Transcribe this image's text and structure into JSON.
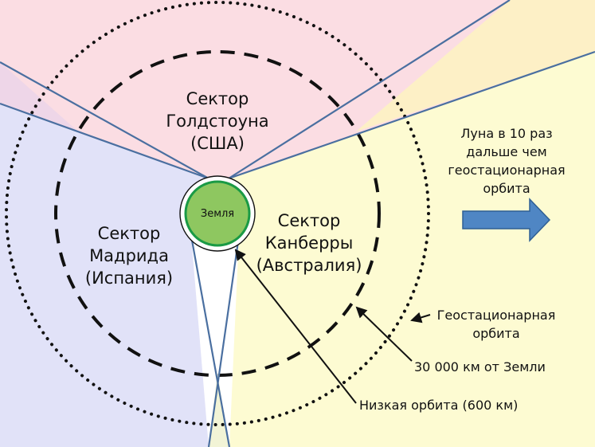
{
  "sectors": {
    "goldstone": {
      "line1": "Сектор",
      "line2": "Голдстоуна",
      "line3": "(США)",
      "color": "#fbdde3"
    },
    "madrid": {
      "line1": "Сектор",
      "line2": "Мадрида",
      "line3": "(Испания)",
      "color": "#e1e2f8"
    },
    "canberra": {
      "line1": "Сектор",
      "line2": "Канберры",
      "line3": "(Австралия)",
      "color": "#fdfbd2"
    },
    "overlap_colors": {
      "goldstone_canberra": "#fdf0c6",
      "goldstone_madrid": "#eed6e8",
      "madrid_canberra": "#f2f4d6"
    }
  },
  "earth": {
    "label": "Земля",
    "fill": "#8ec760",
    "stroke": "#1a9a45"
  },
  "moon_note": {
    "line1": "Луна в 10 раз",
    "line2": "дальше чем",
    "line3": "геостационарная",
    "line4": "орбита"
  },
  "arrow_color": "#4f86c4",
  "labels": {
    "geo_line1": "Геостационарная",
    "geo_line2": "орбита",
    "distance": "30 000 км от Земли",
    "low_orbit": "Низкая орбита (600 км)"
  },
  "line_color": "#4a6fa0"
}
